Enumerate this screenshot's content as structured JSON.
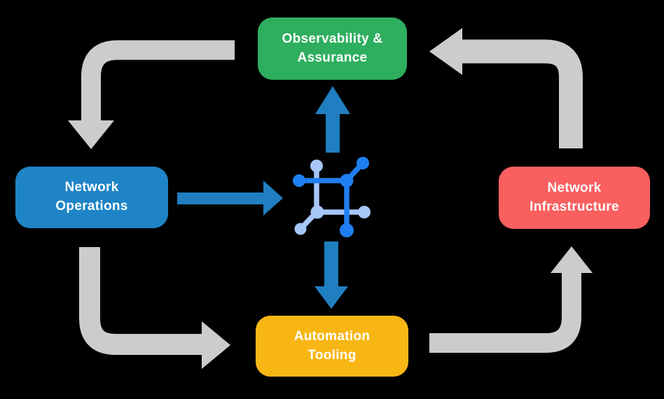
{
  "canvas": {
    "background": "#000000"
  },
  "nodes": {
    "observability": {
      "label": "Observability &\nAssurance",
      "color": "#2eae5f"
    },
    "operations": {
      "label": "Network\nOperations",
      "color": "#1e84c6"
    },
    "infrastructure": {
      "label": "Network\nInfrastructure",
      "color": "#fa5f5f"
    },
    "tooling": {
      "label": "Automation\nTooling",
      "color": "#f8b614"
    }
  },
  "arrows": {
    "gray_color": "#cccccc",
    "blue_color": "#1f7fc0",
    "flows": [
      {
        "from": "Observability & Assurance",
        "to": "Network Operations",
        "style": "gray-elbow"
      },
      {
        "from": "Network Operations",
        "to": "Automation Tooling",
        "style": "gray-elbow"
      },
      {
        "from": "Automation Tooling",
        "to": "Network Infrastructure",
        "style": "gray-elbow"
      },
      {
        "from": "Network Infrastructure",
        "to": "Observability & Assurance",
        "style": "gray-elbow"
      },
      {
        "from": "Network Operations",
        "to": "center-icon",
        "style": "blue-straight"
      },
      {
        "from": "center-icon",
        "to": "Observability & Assurance",
        "style": "blue-straight"
      },
      {
        "from": "center-icon",
        "to": "Automation Tooling",
        "style": "blue-straight"
      }
    ]
  },
  "icon": {
    "name": "network-mesh-icon",
    "dark_blue": "#1f7ff0",
    "light_blue": "#a6c6f7"
  },
  "text_color": "#ffffff"
}
